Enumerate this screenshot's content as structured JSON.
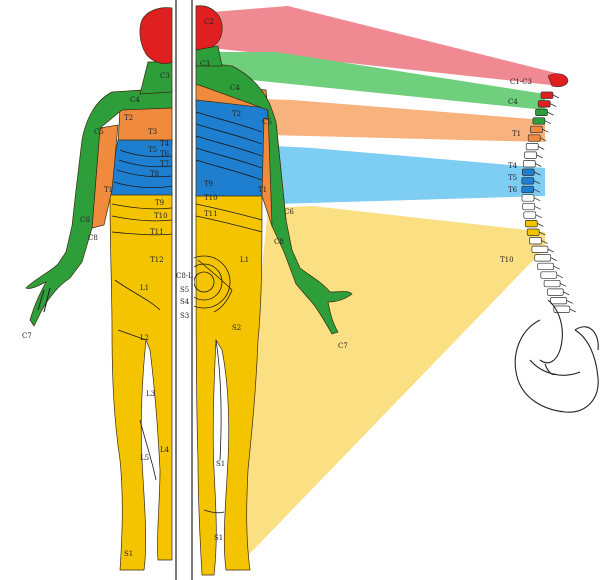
{
  "colors": {
    "cervical_red": "#e02020",
    "cervical_band_red": "#ef8a92",
    "cervical_green": "#2e9e3a",
    "cervical_band_green": "#6fcf7c",
    "thoracic_orange": "#f08a3c",
    "thoracic_band_orange": "#f7b27e",
    "thoracic_blue": "#1e7fd0",
    "thoracic_band_blue": "#7ecdf2",
    "lumbosacral_yellow": "#f5c400",
    "lumbosacral_band_yellow": "#fbdf83"
  },
  "spine_labels": {
    "c1_c3": "C1-C3",
    "c4": "C4",
    "t1": "T1",
    "t4": "T4",
    "t5": "T5",
    "t6": "T6",
    "t10": "T10"
  },
  "front_labels": {
    "c3": "C3",
    "c4": "C4",
    "t2": "T2",
    "c5": "C5",
    "t3": "T3",
    "t4": "T4",
    "t5": "T5",
    "t6": "T6",
    "t7": "T7",
    "t8": "T8",
    "t9": "T9",
    "t10": "T10",
    "t11": "T11",
    "t12": "T12",
    "t1": "T1",
    "c6": "C6",
    "c8": "C8",
    "l1": "L1",
    "l2": "L2",
    "l3": "L3",
    "l4": "L4",
    "l5": "L5",
    "s1": "S1",
    "c7": "C7"
  },
  "back_labels": {
    "c2": "C2",
    "c3": "C3",
    "c4": "C4",
    "t2": "T2",
    "c5": "C5",
    "t1": "T1",
    "t9": "T9",
    "t10": "T10",
    "t11": "T11",
    "c6": "C6",
    "c8": "C8",
    "l1": "L1",
    "c8_l1": "C8-L",
    "s5": "S5",
    "s4": "S4",
    "s3": "S3",
    "s2": "S2",
    "s1": "S1",
    "c7": "C7"
  }
}
